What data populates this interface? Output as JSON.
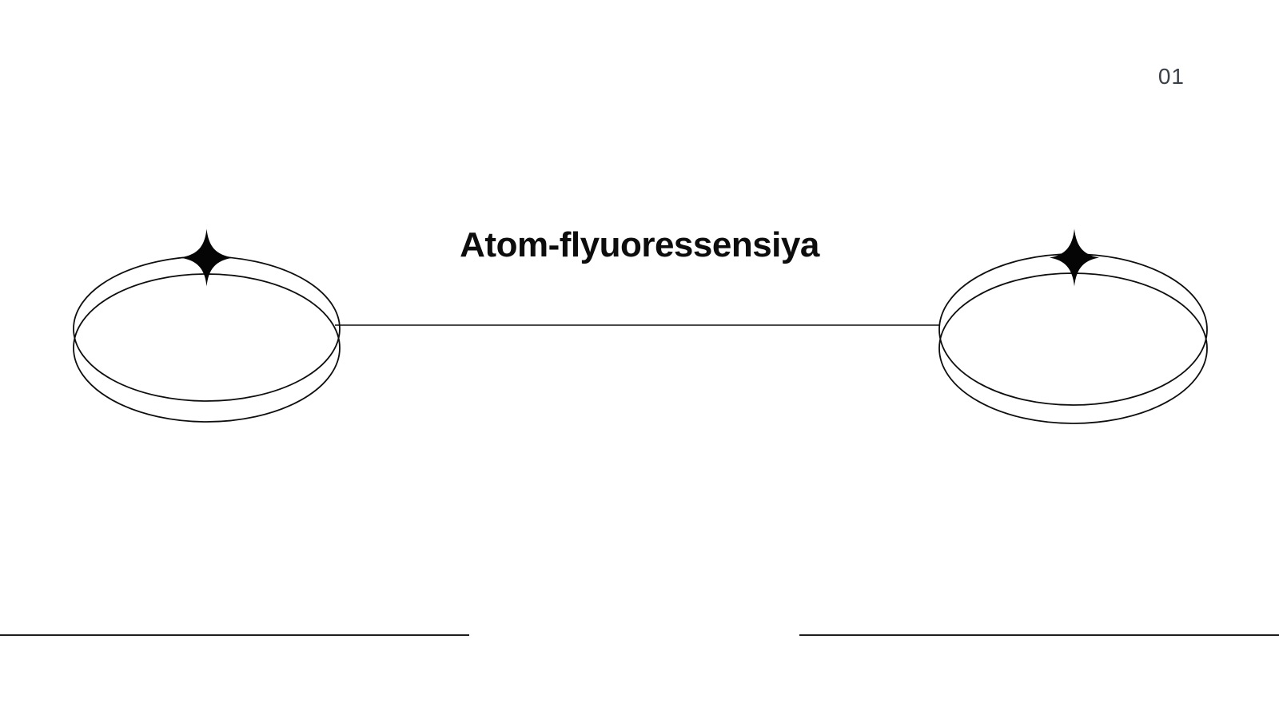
{
  "page": {
    "number": "01"
  },
  "title": {
    "text": "Atom-flyuoressensiya"
  },
  "colors": {
    "background": "#ffffff",
    "diagram_stroke": "#0e0e0e",
    "title_text": "#0d0d0d",
    "page_number_text": "#3b3f46",
    "footer_rule": "#1d1d1d",
    "sparkle_fill": "#050505"
  },
  "diagram": {
    "nodes": [
      {
        "id": "left-orbit",
        "icon": "sparkle-star-icon"
      },
      {
        "id": "right-orbit",
        "icon": "sparkle-star-icon"
      }
    ],
    "connector_count": 1
  }
}
